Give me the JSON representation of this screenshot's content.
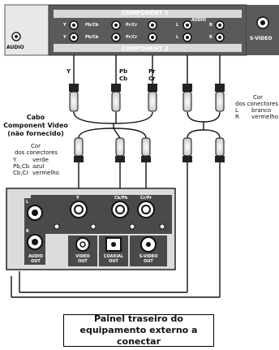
{
  "tv_panel": {
    "component1_label": "COMPONENT 1",
    "component2_label": "COMPONENT 2",
    "audio_left_label": "AUDIO",
    "svideo_label": "S-VIDEO",
    "row1_jacks": [
      "Y",
      "Pb/Cb",
      "Pr/Cr",
      "L",
      "R"
    ],
    "row2_jacks": [
      "Y",
      "Pb/Cb",
      "Pr/Cr",
      "L",
      "R"
    ],
    "audio_small": "AUDIO"
  },
  "cable_labels": {
    "y": "Y",
    "pb_top": "Pb",
    "pb_bottom": "Cb",
    "pr_top": "Pr",
    "pr_bottom": "Cr"
  },
  "component_cable": {
    "title_line1": "Cabo",
    "title_line2": "Component Video",
    "title_line3": "(não fornecido)",
    "cor": "Cor",
    "dos_conectores": "dos conectores",
    "rows": [
      {
        "key": "Y",
        "value": "verde"
      },
      {
        "key": "Pb,Cb",
        "value": "azul"
      },
      {
        "key": "Cb,Cr",
        "value": "vermelho"
      }
    ]
  },
  "audio_cable": {
    "cor": "Cor",
    "dos_conectores": "dos conectores",
    "rows": [
      {
        "key": "L",
        "value": "branco"
      },
      {
        "key": "R",
        "value": "vermelho"
      }
    ]
  },
  "device_panel": {
    "jack_labels": [
      "Y",
      "Cb/Pb",
      "Cr/Pr"
    ],
    "audio_l": "L",
    "audio_r": "R",
    "bottom_labels": [
      {
        "line1": "AUDIO",
        "line2": "OUT"
      },
      {
        "line1": "VIDEO",
        "line2": "OUT"
      },
      {
        "line1": "COAXIAL",
        "line2": "OUT"
      },
      {
        "line1": "S-VIDEO",
        "line2": "OUT"
      }
    ]
  },
  "caption": {
    "line1": "Painel traseiro do",
    "line2": "equipamento externo a conectar"
  }
}
